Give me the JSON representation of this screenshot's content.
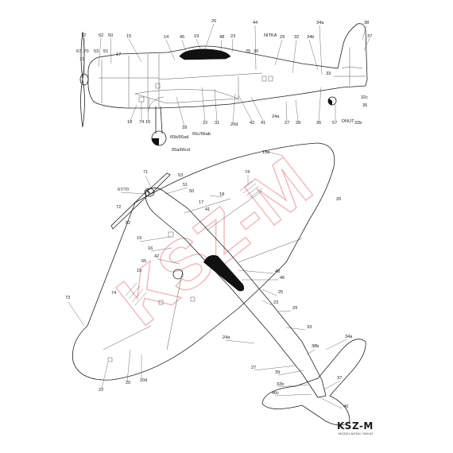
{
  "brand": {
    "logo_text": "KSZ-M",
    "subtitle": "MODELARSKI ŚWIAT"
  },
  "watermark": "KSZ-M",
  "side_view": {
    "labels": [
      {
        "id": "72",
        "text": "72"
      },
      {
        "id": "52",
        "text": "52"
      },
      {
        "id": "50",
        "text": "50"
      },
      {
        "id": "15",
        "text": "15"
      },
      {
        "id": "14",
        "text": "14"
      },
      {
        "id": "45",
        "text": "45"
      },
      {
        "id": "19",
        "text": "19"
      },
      {
        "id": "26",
        "text": "26"
      },
      {
        "id": "48",
        "text": "48"
      },
      {
        "id": "23",
        "text": "23"
      },
      {
        "id": "44",
        "text": "44"
      },
      {
        "id": "nitka",
        "text": "NITKA"
      },
      {
        "id": "25",
        "text": "25"
      },
      {
        "id": "30",
        "text": "30"
      },
      {
        "id": "29",
        "text": "29"
      },
      {
        "id": "32",
        "text": "32"
      },
      {
        "id": "34b",
        "text": "34b"
      },
      {
        "id": "34a",
        "text": "34a"
      },
      {
        "id": "38",
        "text": "38"
      },
      {
        "id": "37",
        "text": "37"
      },
      {
        "id": "67_70",
        "text": "67..70"
      },
      {
        "id": "53",
        "text": "53"
      },
      {
        "id": "51",
        "text": "51"
      },
      {
        "id": "17",
        "text": "17"
      },
      {
        "id": "71",
        "text": "71"
      },
      {
        "id": "33",
        "text": "33"
      },
      {
        "id": "18a",
        "text": "18"
      },
      {
        "id": "74",
        "text": "74"
      },
      {
        "id": "16",
        "text": "16"
      },
      {
        "id": "18b",
        "text": "18"
      },
      {
        "id": "22",
        "text": "22"
      },
      {
        "id": "31",
        "text": "31"
      },
      {
        "id": "20d",
        "text": "20d"
      },
      {
        "id": "42",
        "text": "42"
      },
      {
        "id": "41",
        "text": "41"
      },
      {
        "id": "24a",
        "text": "24a"
      },
      {
        "id": "27",
        "text": "27"
      },
      {
        "id": "28",
        "text": "28"
      },
      {
        "id": "36",
        "text": "36"
      },
      {
        "id": "57",
        "text": "57"
      },
      {
        "id": "dnut",
        "text": "DNUT"
      },
      {
        "id": "32b",
        "text": "32b"
      },
      {
        "id": "32c",
        "text": "32c"
      },
      {
        "id": "35",
        "text": "35"
      },
      {
        "id": "65b_66ad",
        "text": "65b/66ad"
      },
      {
        "id": "65c_66ab",
        "text": "65c/66ab"
      },
      {
        "id": "65a_66cd",
        "text": "65a/66cd"
      }
    ]
  },
  "top_view": {
    "labels": [
      {
        "id": "15a",
        "text": "15a"
      },
      {
        "id": "71",
        "text": "71"
      },
      {
        "id": "53",
        "text": "53"
      },
      {
        "id": "74a",
        "text": "74"
      },
      {
        "id": "67_70",
        "text": "67/70"
      },
      {
        "id": "51",
        "text": "51"
      },
      {
        "id": "50",
        "text": "50"
      },
      {
        "id": "72",
        "text": "72"
      },
      {
        "id": "52",
        "text": "52"
      },
      {
        "id": "17",
        "text": "17"
      },
      {
        "id": "18",
        "text": "18"
      },
      {
        "id": "41",
        "text": "41"
      },
      {
        "id": "20a",
        "text": "20"
      },
      {
        "id": "19",
        "text": "19"
      },
      {
        "id": "16",
        "text": "16"
      },
      {
        "id": "42",
        "text": "42"
      },
      {
        "id": "65",
        "text": "65"
      },
      {
        "id": "15",
        "text": "15"
      },
      {
        "id": "48",
        "text": "48"
      },
      {
        "id": "46",
        "text": "46"
      },
      {
        "id": "74b",
        "text": "74"
      },
      {
        "id": "73",
        "text": "73"
      },
      {
        "id": "25",
        "text": "25"
      },
      {
        "id": "23",
        "text": "23"
      },
      {
        "id": "29",
        "text": "29"
      },
      {
        "id": "33",
        "text": "33"
      },
      {
        "id": "24a",
        "text": "24a"
      },
      {
        "id": "34a",
        "text": "34a"
      },
      {
        "id": "38b",
        "text": "38b"
      },
      {
        "id": "27",
        "text": "27"
      },
      {
        "id": "39",
        "text": "39"
      },
      {
        "id": "37",
        "text": "37"
      },
      {
        "id": "32b",
        "text": "32b"
      },
      {
        "id": "40c",
        "text": "40c"
      },
      {
        "id": "40",
        "text": "40"
      },
      {
        "id": "22",
        "text": "22"
      },
      {
        "id": "20b",
        "text": "20"
      },
      {
        "id": "20d",
        "text": "20d"
      }
    ]
  },
  "colors": {
    "line": "#222222",
    "watermark": "#f1b9b9",
    "canopy_black": "#111111"
  }
}
